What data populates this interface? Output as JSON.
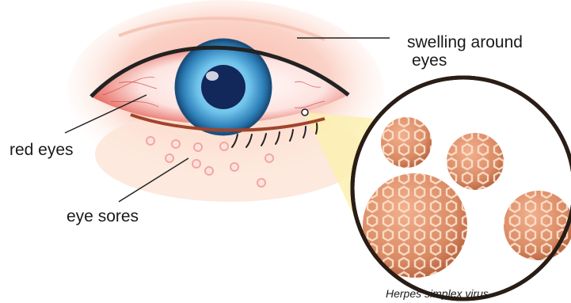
{
  "labels": {
    "swelling_line1": "swelling around",
    "swelling_line2": "eyes",
    "red_eyes": "red eyes",
    "eye_sores": "eye sores",
    "virus_caption": "Herpes simplex virus"
  },
  "colors": {
    "skin": "#fde3d6",
    "swelling": "#f7a9a0",
    "iris_outer": "#2d7fb8",
    "iris_inner": "#6fc3ea",
    "pupil": "#12275a",
    "sclera_red": "#e2574c",
    "zoom_beam": "#fbf0b0",
    "virus_body": "#d98a63",
    "virus_hex": "#fbe2cf",
    "lashes": "#222222"
  }
}
